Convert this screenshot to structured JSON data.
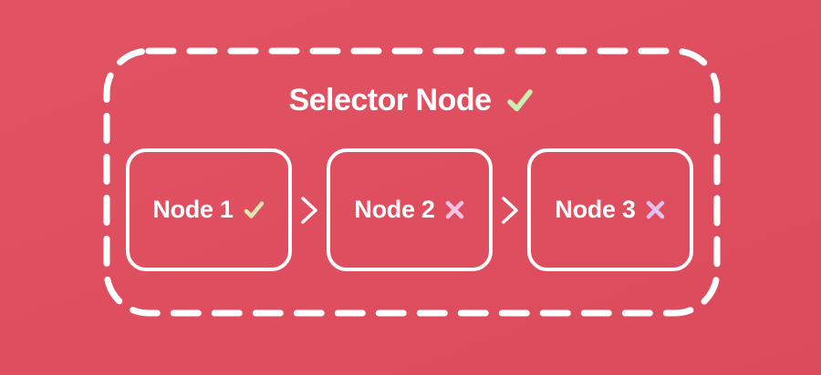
{
  "diagram": {
    "title": "Selector Node",
    "title_status": "check",
    "separator": ">",
    "nodes": [
      {
        "label": "Node 1",
        "status": "check"
      },
      {
        "label": "Node 2",
        "status": "cross"
      },
      {
        "label": "Node 3",
        "status": "cross"
      }
    ]
  },
  "colors": {
    "background_top": "#e15263",
    "background_bottom": "#dc4b5b",
    "border": "#ffffff",
    "text": "#ffffff",
    "title_check": "#c9eeb2",
    "node1_check": "#e2e7ae",
    "node2_cross": "#f2c3e6",
    "node3_cross": "#ddc3f2"
  }
}
